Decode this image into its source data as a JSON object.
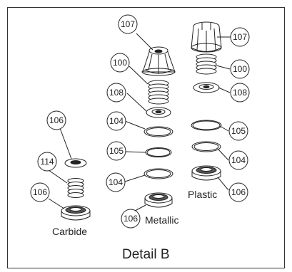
{
  "title": "Detail B",
  "group_labels": {
    "carbide": "Carbide",
    "metallic": "Metallic",
    "plastic": "Plastic"
  },
  "callouts": {
    "c107a": "107",
    "c100a": "100",
    "c108a": "108",
    "c104a": "104",
    "c105a": "105",
    "c104b": "104",
    "c106a": "106",
    "c107b": "107",
    "c100b": "100",
    "c108b": "108",
    "c105b": "105",
    "c104c": "104",
    "c106b": "106",
    "c106c": "106",
    "c114": "114",
    "c106d": "106"
  }
}
